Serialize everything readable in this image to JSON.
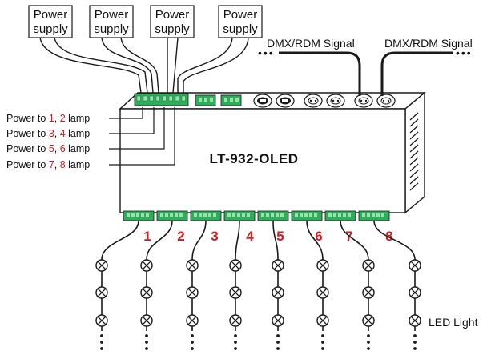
{
  "power_supplies": [
    {
      "line1": "Power",
      "line2": "supply"
    },
    {
      "line1": "Power",
      "line2": "supply"
    },
    {
      "line1": "Power",
      "line2": "supply"
    },
    {
      "line1": "Power",
      "line2": "supply"
    }
  ],
  "power_labels": [
    {
      "prefix": "Power to ",
      "a": "1",
      "sep": ", ",
      "b": "2",
      "suffix": " lamp"
    },
    {
      "prefix": "Power to ",
      "a": "3",
      "sep": ", ",
      "b": "4",
      "suffix": " lamp"
    },
    {
      "prefix": "Power to ",
      "a": "5",
      "sep": ", ",
      "b": "6",
      "suffix": " lamp"
    },
    {
      "prefix": "Power to ",
      "a": "7",
      "sep": ", ",
      "b": "8",
      "suffix": " lamp"
    }
  ],
  "signals": {
    "left": "DMX/RDM Signal",
    "right": "DMX/RDM Signal",
    "dots": "•••"
  },
  "device": {
    "model": "LT-932-OLED"
  },
  "outputs": [
    "1",
    "2",
    "3",
    "4",
    "5",
    "6",
    "7",
    "8"
  ],
  "led_light_label": "LED Light",
  "lamp_icon": "bulb-cross-icon",
  "colors": {
    "accent_red": "#d7191c",
    "line": "#1a1a1a",
    "connector_green": "#2fae5a"
  }
}
